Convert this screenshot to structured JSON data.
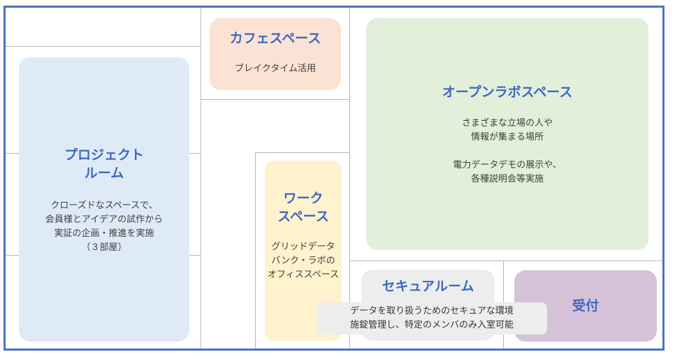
{
  "colors": {
    "frame": "#4a72c4",
    "title": "#3e68c0",
    "cafe": "#fbe2d5",
    "project": "#deebf7",
    "open_lab": "#e2efda",
    "work": "#fff2cc",
    "secure": "#ededed",
    "reception": "#d5c1d8"
  },
  "rooms": {
    "cafe": {
      "title": "カフェスペース",
      "desc": "ブレイクタイム活用"
    },
    "project": {
      "title": "プロジェクト\nルーム",
      "desc": "クローズドなスペースで、\n会員様とアイデアの試作から\n実証の企画・推進を実施\n（３部屋）"
    },
    "open_lab": {
      "title": "オープンラボスペース",
      "desc": "さまざまな立場の人や\n情報が集まる場所\n\n電力データデモの展示や、\n各種説明会等実施"
    },
    "work": {
      "title": "ワーク\nスペース",
      "desc": "グリッドデータ\nバンク・ラボの\nオフィススペース"
    },
    "secure": {
      "title": "セキュアルーム",
      "desc": "データを取り扱うためのセキュアな環境\n施錠管理し、特定のメンバのみ入室可能"
    },
    "reception": {
      "title": "受付"
    }
  }
}
